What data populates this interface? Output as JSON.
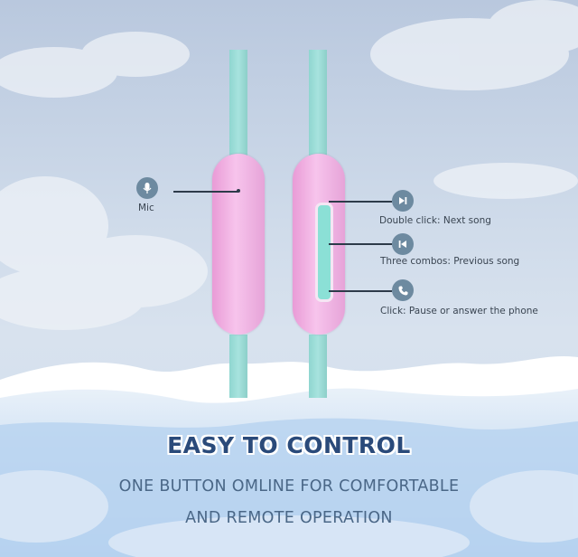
{
  "headline": "EASY TO CONTROL",
  "subline_1": "ONE BUTTON OMLINE FOR COMFORTABLE",
  "subline_2": "AND REMOTE OPERATION",
  "callouts": {
    "mic": "Mic",
    "double_click": "Double click: Next song",
    "three_combos": "Three combos: Previous song",
    "click": "Click: Pause or answer the phone"
  },
  "icons": {
    "mic": "microphone-icon",
    "next": "next-track-icon",
    "previous": "previous-track-icon",
    "phone": "phone-icon"
  },
  "colors": {
    "remote_pink": "#f2b6e6",
    "cable_mint": "#9edcd6",
    "headline_blue": "#2a4a7a",
    "subline_blue": "#4a6787"
  }
}
